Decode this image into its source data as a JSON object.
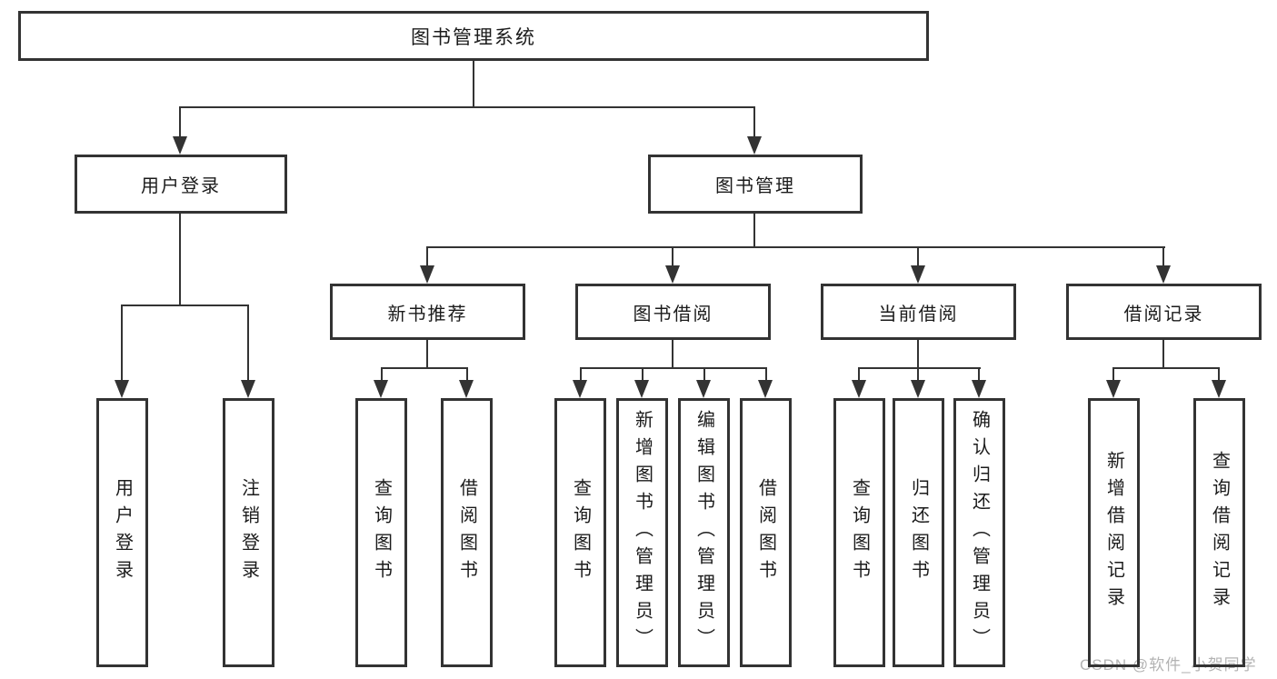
{
  "diagram": {
    "root": "图书管理系统",
    "level2": [
      "用户登录",
      "图书管理"
    ],
    "level3": [
      "新书推荐",
      "图书借阅",
      "当前借阅",
      "借阅记录"
    ],
    "leaves_user_login": [
      "用户登录",
      "注销登录"
    ],
    "leaves_new_book": [
      "查询图书",
      "借阅图书"
    ],
    "leaves_book_borrow": [
      "查询图书",
      "新增图书（管理员）",
      "编辑图书（管理员）",
      "借阅图书"
    ],
    "leaves_current_borrow": [
      "查询图书",
      "归还图书",
      "确认归还（管理员）"
    ],
    "leaves_borrow_record": [
      "新增借阅记录",
      "查询借阅记录"
    ]
  },
  "watermark": "CSDN @软件_小贺同学",
  "colors": {
    "line": "#333333",
    "text": "#1b1b1b",
    "background": "#ffffff",
    "watermark": "#b3b3b3"
  }
}
